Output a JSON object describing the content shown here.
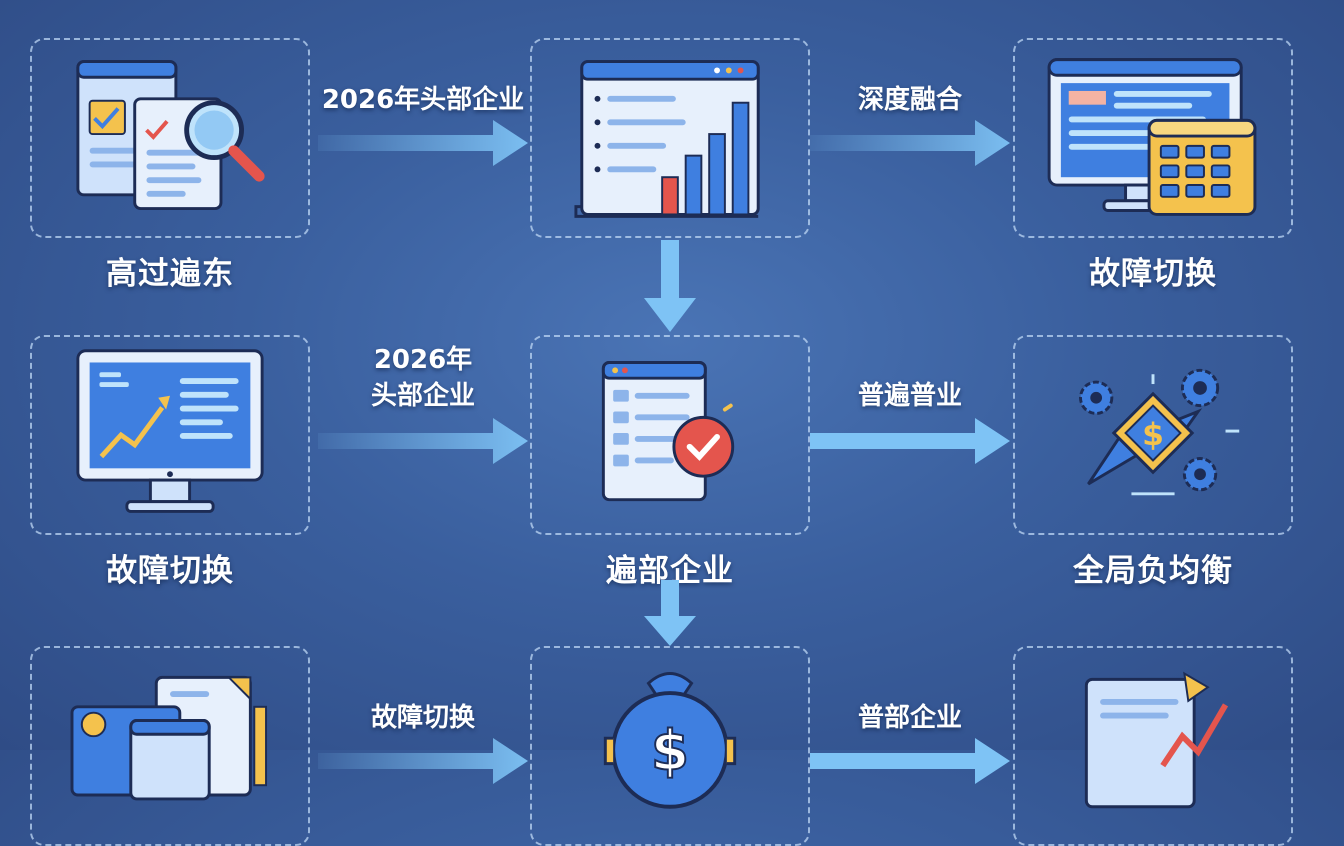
{
  "nodes": {
    "r1c1": {
      "label": "高过遍东",
      "icon": "document-search-icon"
    },
    "r1c2": {
      "label": "",
      "icon": "bar-chart-dashboard-icon"
    },
    "r1c3": {
      "label": "故障切换",
      "icon": "monitor-calendar-icon"
    },
    "r2c1": {
      "label": "故障切换",
      "icon": "monitor-trend-chart-icon"
    },
    "r2c2": {
      "label": "遍部企业",
      "icon": "document-check-icon"
    },
    "r2c3": {
      "label": "全局负均衡",
      "icon": "gears-dollar-icon"
    },
    "r3c1": {
      "label": "",
      "icon": "files-calendar-icon"
    },
    "r3c2": {
      "label": "",
      "icon": "dollar-bag-icon"
    },
    "r3c3": {
      "label": "",
      "icon": "document-chart-icon"
    }
  },
  "connectors": {
    "r1_a": {
      "line1": "2026年头部企业",
      "line2": ""
    },
    "r1_b": {
      "line1": "深度融合",
      "line2": ""
    },
    "r2_a": {
      "line1": "2026年",
      "line2": "头部企业"
    },
    "r2_b": {
      "line1": "普遍普业",
      "line2": ""
    },
    "r3_a": {
      "line1": "故障切换",
      "line2": ""
    },
    "r3_b": {
      "line1": "普部企业",
      "line2": ""
    }
  },
  "colors": {
    "background": "#3a5f9e",
    "arrow": "#7ec3f5",
    "icon_blue": "#3f7fe0",
    "icon_red": "#e4554d",
    "icon_yellow": "#f4c24d"
  }
}
